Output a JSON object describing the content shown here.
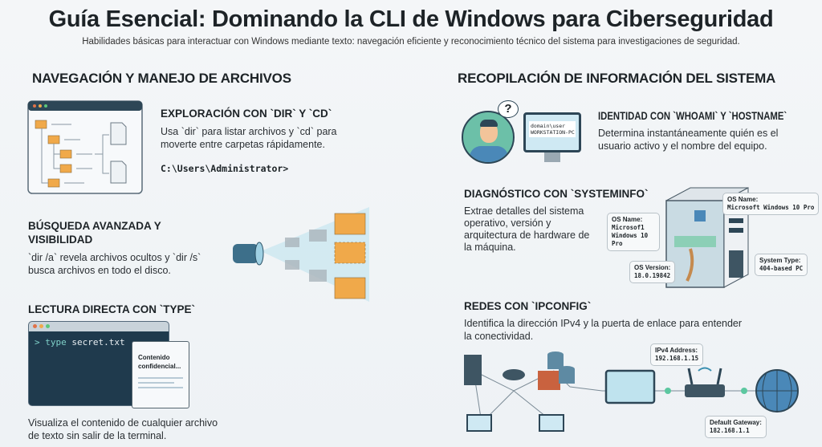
{
  "title": "Guía Esencial: Dominando la CLI de Windows para Ciberseguridad",
  "subtitle": "Habilidades básicas para interactuar con Windows mediante texto: navegación eficiente y reconocimiento técnico del sistema para investigaciones de seguridad.",
  "left": {
    "heading": "NAVEGACIÓN Y MANEJO DE ARCHIVOS",
    "explore": {
      "title": "EXPLORACIÓN CON `DIR` Y `CD`",
      "desc_line1": "Usa `dir` para listar archivos y `cd` para",
      "desc_line2": "moverte entre carpetas rápidamente.",
      "path": "C:\\Users\\Administrator>"
    },
    "search": {
      "title_line1": "BÚSQUEDA AVANZADA Y",
      "title_line2": "VISIBILIDAD",
      "desc_line1": "`dir /a` revela archivos ocultos y `dir /s`",
      "desc_line2": "busca archivos en todo el disco."
    },
    "type": {
      "title": "LECTURA DIRECTA CON `TYPE`",
      "prompt": ">",
      "command": "type",
      "arg": "secret.txt",
      "doc_line1": "Contenido",
      "doc_line2": "confidencial...",
      "desc_line1": "Visualiza el contenido de cualquier archivo",
      "desc_line2": "de texto sin salir de la terminal."
    }
  },
  "right": {
    "heading": "RECOPILACIÓN DE INFORMACIÓN DEL SISTEMA",
    "identity": {
      "title": "IDENTIDAD CON `WHOAMI` Y `HOSTNAME`",
      "desc_line1": "Determina instantáneamente quién es el",
      "desc_line2": "usuario activo y el nombre del equipo.",
      "screen_line1": "domain\\user",
      "screen_line2": "WORKSTATION-PC",
      "bubble": "?"
    },
    "sysinfo": {
      "title": "DIAGNÓSTICO CON `SYSTEMINFO`",
      "desc": [
        "Extrae detalles del sistema",
        "operativo, versión y",
        "arquitectura de hardware de",
        "la máquina."
      ],
      "callouts": [
        {
          "label": "OS Name:",
          "value": "Microsoft Windows 10 Pro"
        },
        {
          "label": "OS Name:",
          "value": "Microsof1 Windows 10 Pro"
        },
        {
          "label": "OS Version:",
          "value": "18.0.19842"
        },
        {
          "label": "System Type:",
          "value": "404-based PC"
        }
      ]
    },
    "network": {
      "title": "REDES CON `IPCONFIG`",
      "desc_line1": "Identifica la dirección IPv4 y la puerta de enlace para entender",
      "desc_line2": "la conectividad.",
      "ipv4_label": "IPv4 Address:",
      "ipv4_value": "192.168.1.15",
      "gw_label": "Default Gateway:",
      "gw_value": "182.168.1.1"
    }
  },
  "colors": {
    "folder": "#f0a94a",
    "terminal": "#1f3a4d",
    "accent": "#3a8fb0",
    "node": "#5cc7a0"
  }
}
